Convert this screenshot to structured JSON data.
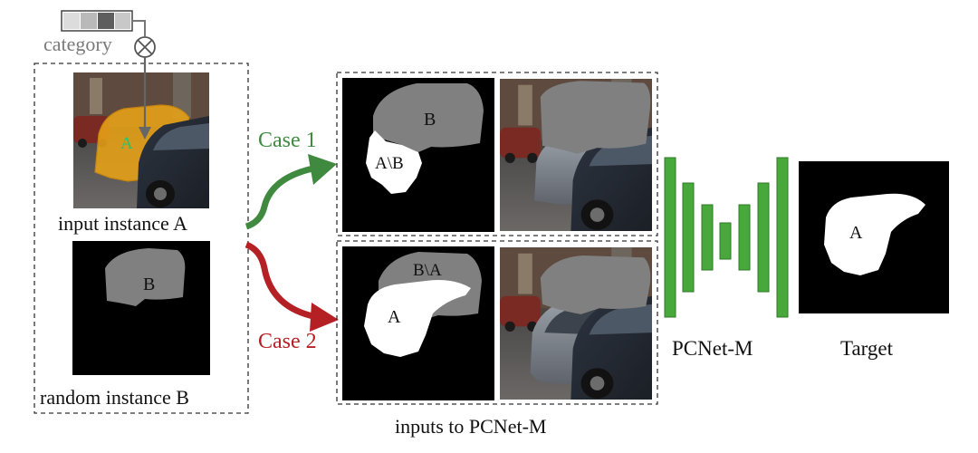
{
  "category_label": "category",
  "instance_a": {
    "caption": "input instance A",
    "mask_letter": "A"
  },
  "instance_b": {
    "caption": "random instance B",
    "mask_letter": "B"
  },
  "case1": {
    "label": "Case 1",
    "mask_b_letter": "B",
    "mask_diff_letter": "A\\B"
  },
  "case2": {
    "label": "Case 2",
    "mask_diff_letter": "B\\A",
    "mask_a_letter": "A"
  },
  "inputs_caption": "inputs to PCNet-M",
  "network_label": "PCNet-M",
  "target": {
    "caption": "Target",
    "mask_letter": "A"
  },
  "colors": {
    "case1": "#3f8a3f",
    "case2": "#b52024",
    "network": "#48a83c",
    "mask_gray": "#808080",
    "instance_a_overlay": "#e8a317",
    "instance_a_letter": "#28c070"
  },
  "category_vector_cells": [
    "#dcdcdc",
    "#b9b9b9",
    "#5e5e5e",
    "#c8c8c8"
  ]
}
